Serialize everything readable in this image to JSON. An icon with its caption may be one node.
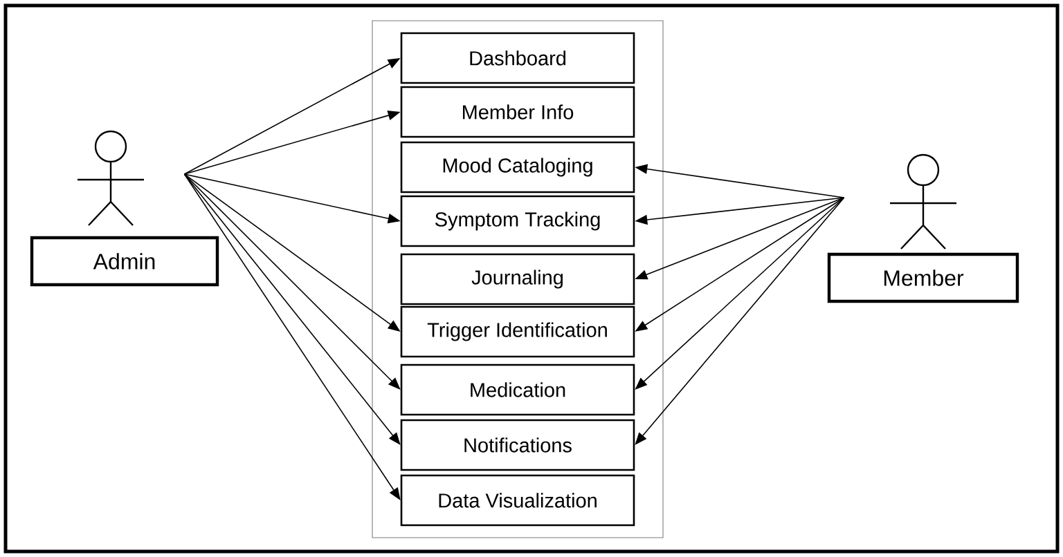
{
  "diagram": {
    "nodes": [
      {
        "text": [],
        "shape": "person"
      },
      {
        "text": [
          "Admin"
        ]
      },
      {
        "text": [],
        "shape": "box"
      },
      {
        "text": [
          "Dashboard"
        ],
        "in": 2
      },
      {
        "text": [
          "Member Info"
        ],
        "in": 2
      },
      {
        "text": [
          "Mood Cataloging"
        ],
        "in": 2
      },
      {
        "text": [
          "Symptom Tracking"
        ],
        "in": 2
      },
      {
        "text": [
          "Journaling"
        ],
        "in": 2
      },
      {
        "text": [
          "Trigger Identification"
        ],
        "in": 2
      },
      {
        "text": [
          "Medication"
        ],
        "in": 2
      },
      {
        "text": [
          "Notifications"
        ],
        "in": 2
      },
      {
        "text": [
          "Data Visualization"
        ],
        "in": 2
      },
      {
        "text": [],
        "shape": "person"
      },
      {
        "text": [
          "Member"
        ]
      }
    ],
    "edges": [
      {
        "from": 0,
        "to": 3,
        "arrow": "to"
      },
      {
        "from": 0,
        "to": 4,
        "arrow": "to"
      },
      {
        "from": 0,
        "to": 6,
        "arrow": "to"
      },
      {
        "from": 0,
        "to": 8,
        "arrow": "to"
      },
      {
        "from": 0,
        "to": 9,
        "arrow": "to"
      },
      {
        "from": 0,
        "to": 10,
        "arrow": "to"
      },
      {
        "from": 0,
        "to": 11,
        "arrow": "to"
      },
      {
        "from": 12,
        "to": 5,
        "arrow": "to"
      },
      {
        "from": 12,
        "to": 6,
        "arrow": "to"
      },
      {
        "from": 12,
        "to": 7,
        "arrow": "to"
      },
      {
        "from": 12,
        "to": 8,
        "arrow": "to"
      },
      {
        "from": 12,
        "to": 9,
        "arrow": "to"
      },
      {
        "from": 12,
        "to": 10,
        "arrow": "to"
      }
    ]
  }
}
